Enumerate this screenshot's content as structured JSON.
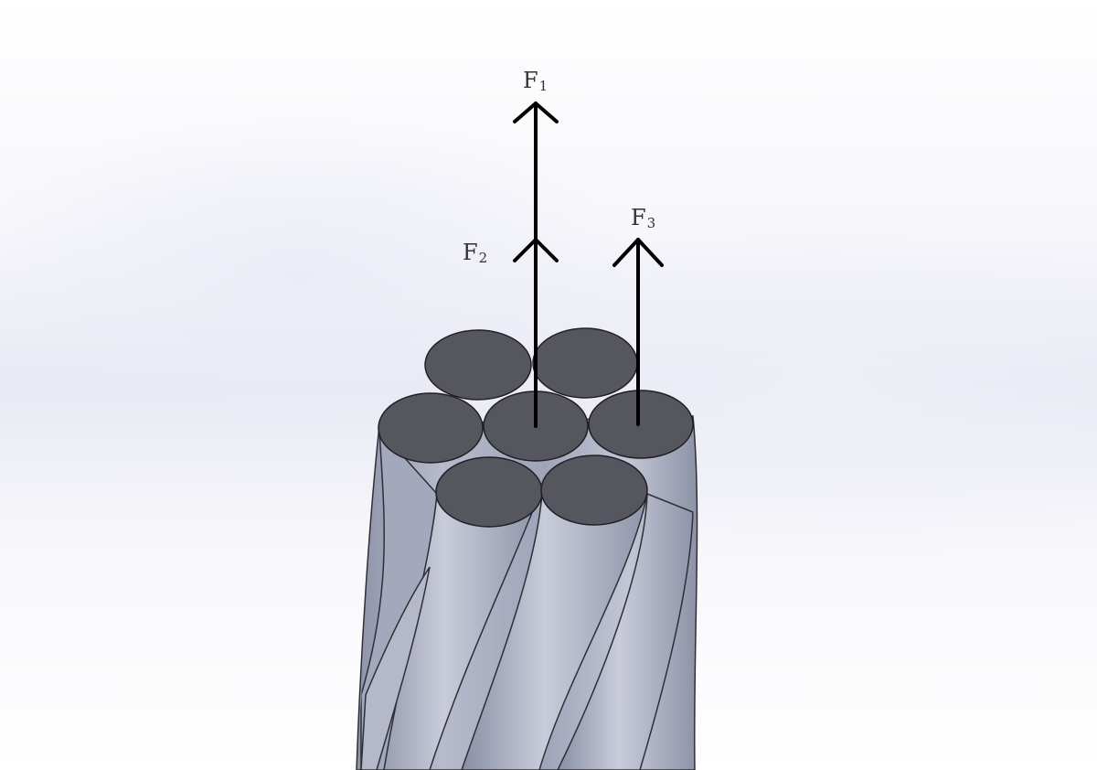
{
  "forces": [
    {
      "name": "F",
      "sub": "1"
    },
    {
      "name": "F",
      "sub": "2"
    },
    {
      "name": "F",
      "sub": "3"
    }
  ],
  "colors": {
    "wire_body": "#9aa0b6",
    "wire_body_light": "#c4c8d6",
    "wire_end": "#55565e",
    "arrow": "#000000"
  }
}
